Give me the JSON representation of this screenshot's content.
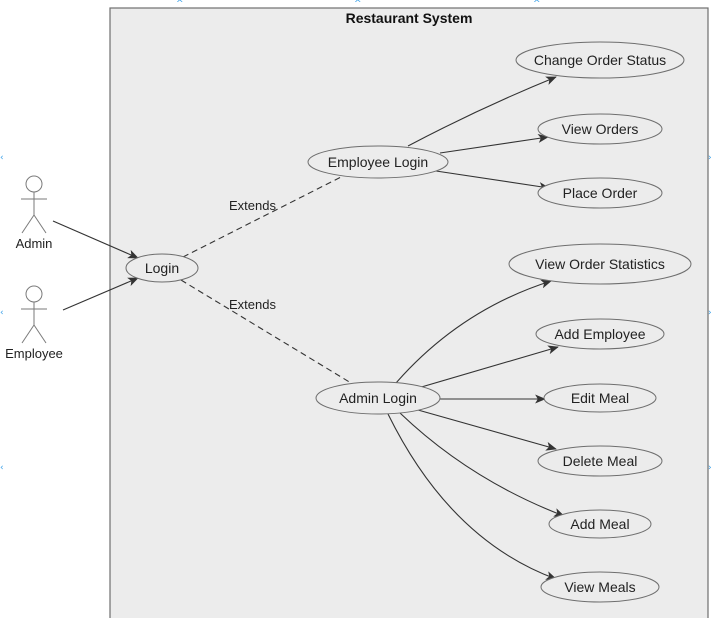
{
  "system": {
    "title": "Restaurant System"
  },
  "actors": [
    {
      "id": "admin",
      "label": "Admin"
    },
    {
      "id": "employee",
      "label": "Employee"
    }
  ],
  "use_cases": {
    "login": "Login",
    "employee_login": "Employee Login",
    "admin_login": "Admin Login",
    "change_order_status": "Change Order Status",
    "view_orders": "View Orders",
    "place_order": "Place Order",
    "view_order_statistics": "View Order Statistics",
    "add_employee": "Add Employee",
    "edit_meal": "Edit Meal",
    "delete_meal": "Delete Meal",
    "add_meal": "Add Meal",
    "view_meals": "View Meals"
  },
  "relations": {
    "extends_upper": "Extends",
    "extends_lower": "Extends"
  },
  "colors": {
    "background": "#ececec",
    "stroke": "#6e6e6e",
    "selection_marker": "#3aa0e8"
  }
}
